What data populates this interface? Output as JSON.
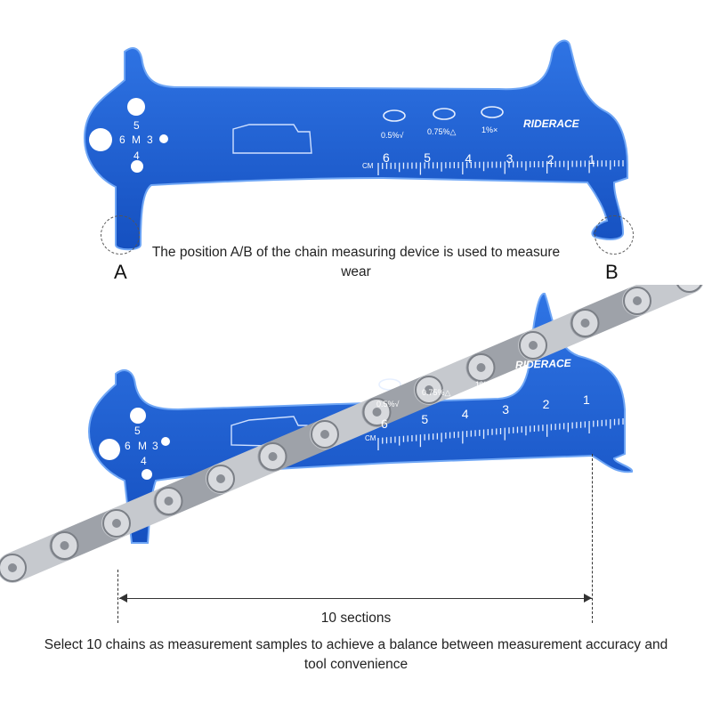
{
  "top_tool": {
    "brand": "RIDERACE",
    "unit": "CM",
    "scale_numbers": [
      "6",
      "5",
      "4",
      "3",
      "2",
      "1"
    ],
    "wear_labels": [
      "0.5%√",
      "0.75%△",
      "1%×"
    ],
    "hole_labels": [
      "5",
      "6",
      "M",
      "3",
      "4"
    ]
  },
  "bottom_tool": {
    "brand": "RIDERACE",
    "unit": "CM",
    "scale_numbers": [
      "6",
      "5",
      "4",
      "3",
      "2",
      "1"
    ],
    "wear_labels": [
      "0.5%√",
      "0.75%△",
      "1%×"
    ],
    "hole_labels": [
      "5",
      "6",
      "M",
      "3",
      "4"
    ]
  },
  "labels": {
    "point_a": "A",
    "point_b": "B",
    "caption_top": "The position A/B of the chain measuring device is used to measure wear",
    "sections": "10 sections",
    "caption_bottom": "Select 10 chains as measurement samples to achieve a balance between measurement accuracy and tool convenience"
  },
  "colors": {
    "tool_blue": "#1f5fd0",
    "tool_edge": "#6fa6f5",
    "chain_silver": "#b9bcc2"
  }
}
